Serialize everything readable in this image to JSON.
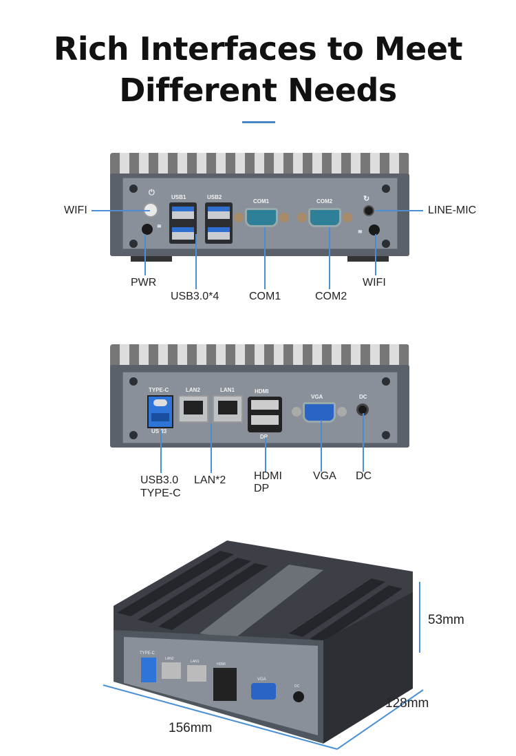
{
  "headline": {
    "line1": "Rich Interfaces to Meet",
    "line2": "Different Needs"
  },
  "accent_color": "#4a8fd6",
  "front_panel": {
    "plate_labels": {
      "usb1": "USB1",
      "usb2": "USB2",
      "com1": "COM1",
      "com2": "COM2"
    },
    "icons": [
      "power-icon",
      "wifi-icon",
      "refresh-icon"
    ],
    "callouts": {
      "wifi_left": "WIFI",
      "line_mic": "LINE-MIC",
      "pwr": "PWR",
      "usb": "USB3.0*4",
      "com1": "COM1",
      "com2": "COM2",
      "wifi_right": "WIFI"
    }
  },
  "rear_panel": {
    "plate_labels": {
      "type_c": "TYPE-C",
      "usb3": "US 33",
      "lan2": "LAN2",
      "lan1": "LAN1",
      "hdmi": "HDMI",
      "dp": "DP",
      "vga": "VGA",
      "dc": "DC"
    },
    "callouts": {
      "usb_line1": "USB3.0",
      "usb_line2": "TYPE-C",
      "lan": "LAN*2",
      "hdmi_line1": "HDMI",
      "hdmi_line2": "DP",
      "vga": "VGA",
      "dc": "DC"
    }
  },
  "dimensions": {
    "height": "53mm",
    "depth": "128mm",
    "width": "156mm"
  }
}
